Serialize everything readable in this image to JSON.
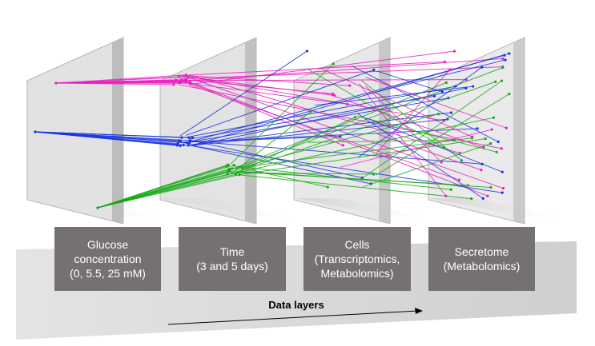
{
  "layers": [
    {
      "id": "glucose",
      "lines": [
        "Glucose",
        "concentration",
        "(0, 5.5, 25 mM)"
      ]
    },
    {
      "id": "time",
      "lines": [
        "Time",
        "(3 and 5 days)"
      ]
    },
    {
      "id": "cells",
      "lines": [
        "Cells",
        "(Transcriptomics,",
        "Metabolomics)"
      ]
    },
    {
      "id": "secretome",
      "lines": [
        "Secretome",
        "(Metabolomics)"
      ]
    }
  ],
  "axis_label": "Data layers",
  "colors": {
    "magenta": "#e81ec0",
    "blue": "#1a33e0",
    "green": "#16a816",
    "panel": "#d6d6d6",
    "box": "#757171",
    "floor": "#d9d9d9"
  }
}
